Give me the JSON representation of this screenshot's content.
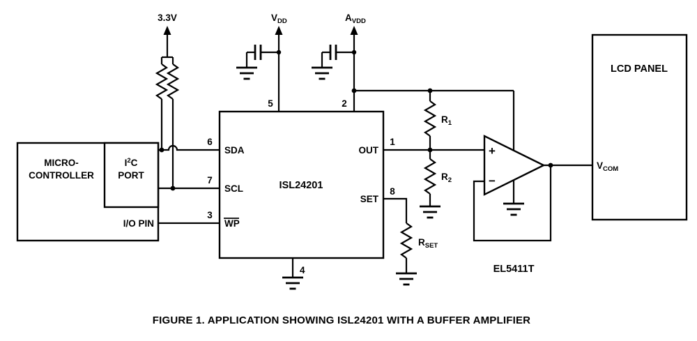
{
  "caption": "FIGURE 1.  APPLICATION SHOWING ISL24201 WITH A BUFFER AMPLIFIER",
  "power": {
    "v33": "3.3V",
    "vdd_main": "V",
    "vdd_sub": "DD",
    "avdd_main": "A",
    "avdd_sub": "VDD"
  },
  "microcontroller": {
    "line1": "MICRO-",
    "line2": "CONTROLLER",
    "io_pin": "I/O PIN"
  },
  "i2c_port": {
    "i": "I",
    "sup": "2",
    "c": "C",
    "port": "PORT"
  },
  "isl": {
    "name": "ISL24201"
  },
  "pins": {
    "sda_num": "6",
    "sda": "SDA",
    "scl_num": "7",
    "scl": "SCL",
    "wp_num": "3",
    "wp": "WP",
    "out_num": "1",
    "out": "OUT",
    "set_num": "8",
    "set": "SET",
    "vdd_num": "5",
    "avdd_num": "2",
    "gnd_num": "4"
  },
  "resistors": {
    "r1_main": "R",
    "r1_sub": "1",
    "r2_main": "R",
    "r2_sub": "2",
    "rset_main": "R",
    "rset_sub": "SET"
  },
  "opamp": {
    "plus": "+",
    "minus": "−",
    "part": "EL5411T"
  },
  "lcd": {
    "title": "LCD PANEL",
    "vcom_main": "V",
    "vcom_sub": "COM"
  }
}
